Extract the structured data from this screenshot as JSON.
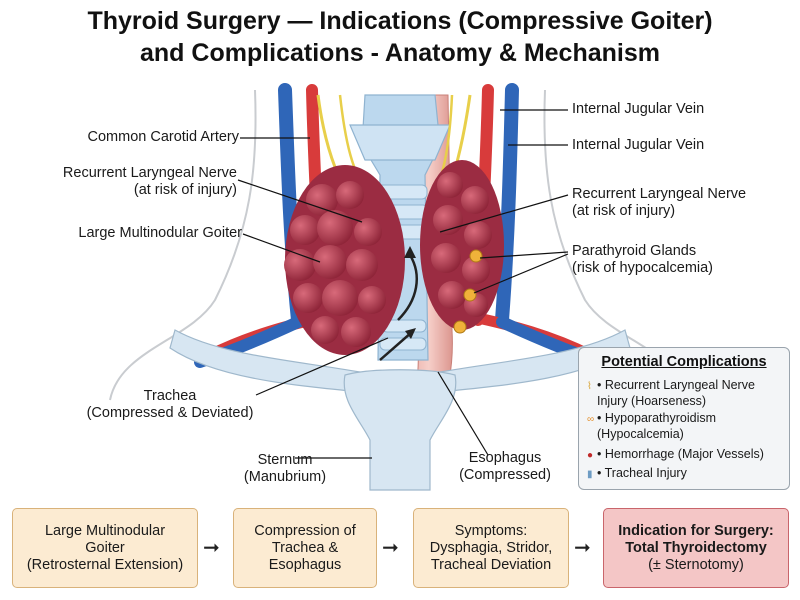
{
  "title": {
    "line1": "Thyroid Surgery — Indications (Compressive Goiter)",
    "line2": "and Complications - Anatomy & Mechanism"
  },
  "labels": {
    "common_carotid": "Common Carotid Artery",
    "rln_left_1": "Recurrent Laryngeal Nerve",
    "rln_left_2": "(at risk of injury)",
    "goiter": "Large Multinodular Goiter",
    "trachea_1": "Trachea",
    "trachea_2": "(Compressed & Deviated)",
    "sternum_1": "Sternum",
    "sternum_2": "(Manubrium)",
    "esophagus_1": "Esophagus",
    "esophagus_2": "(Compressed)",
    "ijv_1": "Internal Jugular Vein",
    "ijv_2": "Internal Jugular Vein",
    "rln_right_1": "Recurrent Laryngeal Nerve",
    "rln_right_2": "(at risk of injury)",
    "parathyroid_1": "Parathyroid Glands",
    "parathyroid_2": "(risk of hypocalcemia)"
  },
  "complications": {
    "title": "Potential Complications",
    "items": [
      {
        "line1": "• Recurrent Laryngeal Nerve",
        "line2": "Injury (Hoarseness)",
        "icon": "nerve-icon"
      },
      {
        "line1": "• Hypoparathyroidism",
        "line2": "(Hypocalcemia)",
        "icon": "gland-icon"
      },
      {
        "line1": "• Hemorrhage (Major Vessels)",
        "line2": "",
        "icon": "blood-drop-icon"
      },
      {
        "line1": "• Tracheal Injury",
        "line2": "",
        "icon": "trachea-icon"
      }
    ]
  },
  "flow": [
    {
      "lines": [
        "Large Multinodular",
        "Goiter",
        "(Retrosternal Extension)"
      ]
    },
    {
      "lines": [
        "Compression of",
        "Trachea &",
        "Esophagus"
      ]
    },
    {
      "lines": [
        "Symptoms:",
        "Dysphagia, Stridor,",
        "Tracheal Deviation"
      ]
    },
    {
      "lines": [
        "Indication for Surgery:",
        "Total Thyroidectomy",
        "(± Sternotomy)"
      ]
    }
  ],
  "colors": {
    "artery": "#d83b3b",
    "vein": "#2f66b8",
    "nerve": "#e8cf4a",
    "goiter": "#a8344a",
    "trachea": "#bcd8ee",
    "flow_box": "#fcebd2",
    "final_box": "#f4c6c6"
  }
}
